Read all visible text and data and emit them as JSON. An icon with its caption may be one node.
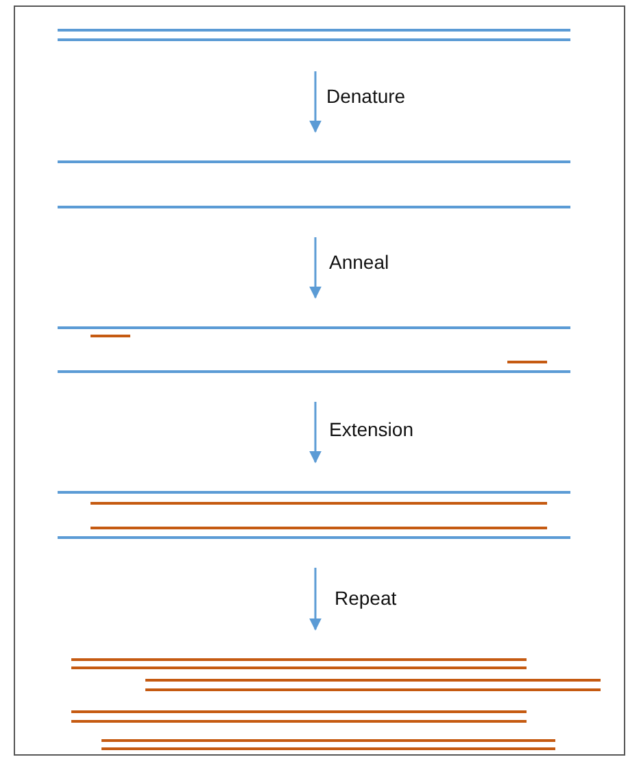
{
  "diagram": {
    "nodes": [
      {
        "text": [],
        "shape": "picture"
      },
      {
        "text": [],
        "shape": "picture"
      },
      {
        "text": [],
        "shape": "picture"
      },
      {
        "text": [],
        "shape": "picture"
      },
      {
        "text": [],
        "shape": "picture"
      }
    ],
    "edges": [
      {
        "from": 0,
        "to": 1,
        "arrow": "to",
        "label": "Denature"
      },
      {
        "from": 1,
        "to": 2,
        "arrow": "to",
        "label": "Anneal"
      },
      {
        "from": 2,
        "to": 3,
        "arrow": "to",
        "label": "Extension"
      },
      {
        "from": 3,
        "to": 4,
        "arrow": "to",
        "label": "Repeat"
      }
    ]
  }
}
